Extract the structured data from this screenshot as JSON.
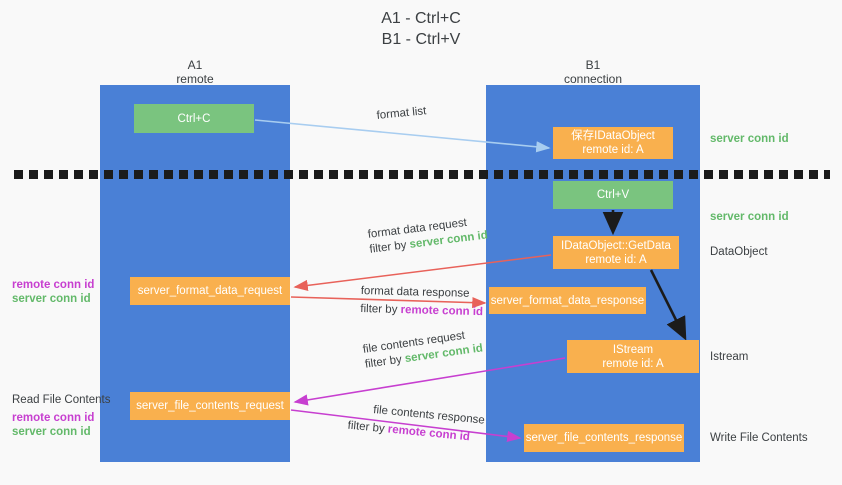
{
  "title": {
    "line1": "A1 - Ctrl+C",
    "line2": "B1 - Ctrl+V"
  },
  "colors": {
    "lane": "#4a80d6",
    "green_box": "#7ac47f",
    "orange_box": "#f9b04e",
    "green_text": "#63b96a",
    "magenta_text": "#c73fd0",
    "text": "#3c4043",
    "arrow_blue": "#a8cdf0",
    "arrow_red": "#e8625a",
    "arrow_magenta": "#c73fd0",
    "arrow_black": "#1b1b1b",
    "background": "#f9f9f9"
  },
  "columns": [
    {
      "name": "A1",
      "sub": "remote"
    },
    {
      "name": "B1",
      "sub": "connection"
    }
  ],
  "boxes": {
    "ctrl_c": {
      "line1": "Ctrl+C",
      "line2": ""
    },
    "idataobject": {
      "line1": "保存IDataObject",
      "line2": "remote id: A"
    },
    "ctrl_v": {
      "line1": "Ctrl+V",
      "line2": ""
    },
    "getdata": {
      "line1": "IDataObject::GetData",
      "line2": "remote id: A"
    },
    "format_data_request": {
      "line1": "server_format_data_request",
      "line2": ""
    },
    "format_data_response": {
      "line1": "server_format_data_response",
      "line2": ""
    },
    "istream": {
      "line1": "IStream",
      "line2": "remote id: A"
    },
    "file_contents_request": {
      "line1": "server_file_contents_request",
      "line2": ""
    },
    "file_contents_response": {
      "line1": "server_file_contents_response",
      "line2": ""
    }
  },
  "arrow_labels": {
    "format_list": "format list",
    "format_data_request": {
      "line1": "format data request",
      "line2_prefix": "filter by ",
      "line2_value": "server conn id"
    },
    "format_data_response": {
      "line1": "format data response",
      "line2_prefix": "filter by ",
      "line2_value": "remote conn id"
    },
    "file_contents_request": {
      "line1": "file contents request",
      "line2_prefix": "filter by ",
      "line2_value": "server conn id"
    },
    "file_contents_response": {
      "line1": "file contents response",
      "line2_prefix": "filter by ",
      "line2_value": "remote conn id"
    }
  },
  "right_labels": {
    "server_conn_id_top": "server conn id",
    "server_conn_id_second": "server conn id",
    "dataobject": "DataObject",
    "istream": "Istream",
    "write_file_contents": "Write File Contents"
  },
  "left_labels": {
    "group1_remote": "remote conn id",
    "group1_server": "server conn id",
    "read_file_contents": "Read File Contents",
    "group2_remote": "remote conn id",
    "group2_server": "server conn id"
  }
}
